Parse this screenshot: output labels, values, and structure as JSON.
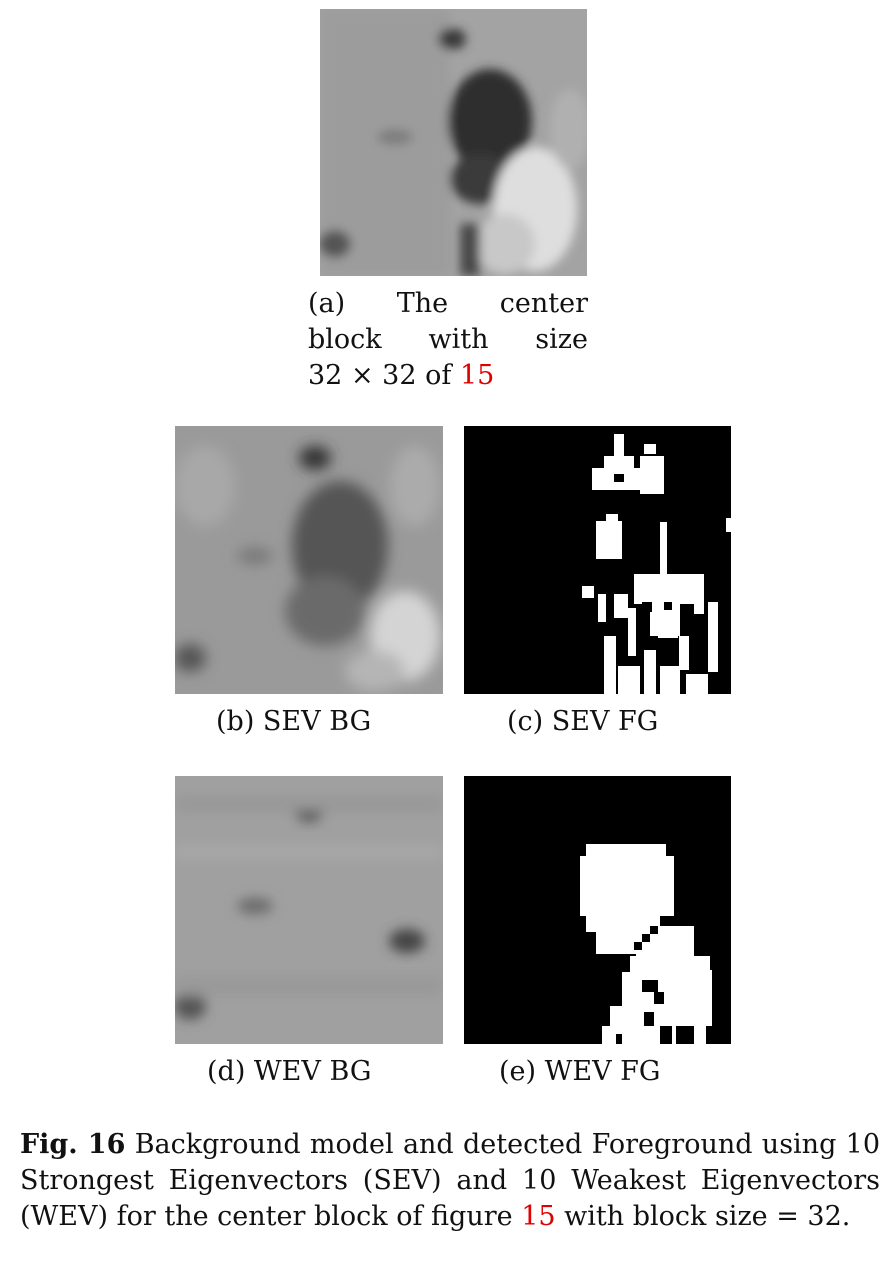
{
  "panels": {
    "a": {
      "label": "(a)",
      "caption_words_line1": [
        "The",
        "center"
      ],
      "caption_words_line2": [
        "block",
        "with",
        "size"
      ],
      "caption_line3_prefix": "32 × 32 of",
      "ref": "15"
    },
    "b": {
      "caption": "(b) SEV BG"
    },
    "c": {
      "caption": "(c) SEV FG"
    },
    "d": {
      "caption": "(d) WEV BG"
    },
    "e": {
      "caption": "(e) WEV FG"
    }
  },
  "figure_caption": {
    "label": "Fig. 16",
    "text_before_ref": "Background model and detected Foreground using 10 Strongest Eigenvectors (SEV) and 10 Weakest Eigenvectors (WEV) for the center block of figure",
    "ref": "15",
    "text_after_ref": "with block size = 32."
  },
  "colors": {
    "reference": "#e00000",
    "text": "#111111"
  }
}
